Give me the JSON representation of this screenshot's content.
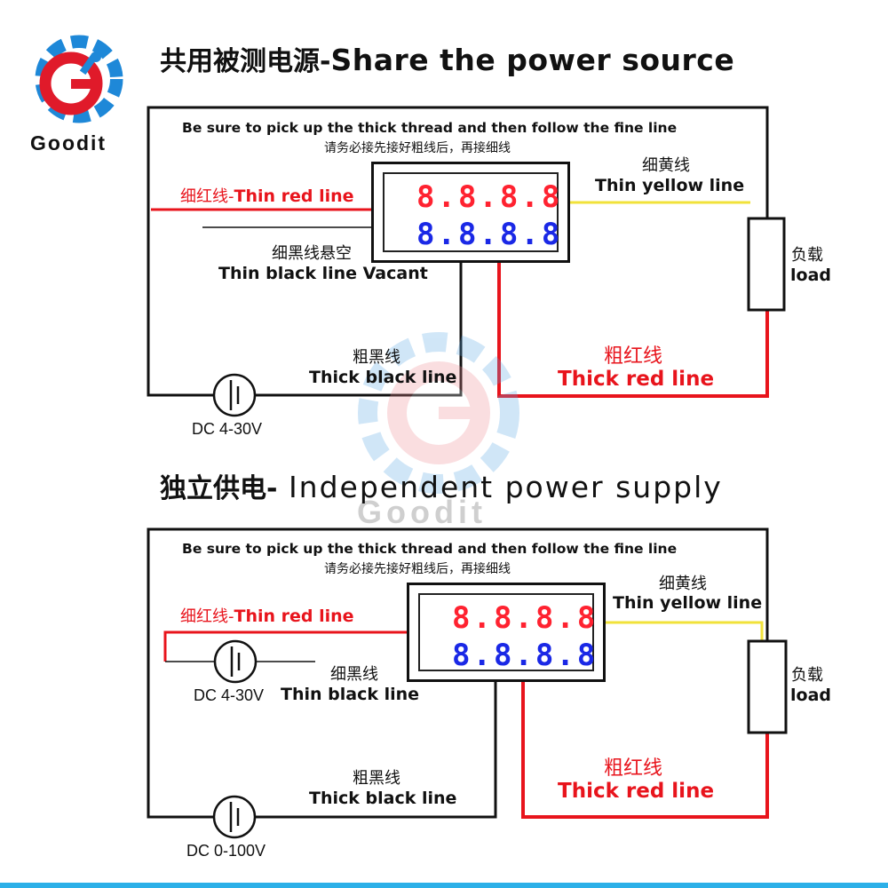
{
  "logo": {
    "brand": "Goodit",
    "letter": "G"
  },
  "watermark": {
    "brand": "Goodit"
  },
  "top_section": {
    "title_cn": "共用被测电源-",
    "title_en": "Share the power source",
    "note_en": "Be sure to pick up the thick thread and then follow the fine line",
    "note_cn": "请务必接先接好粗线后，再接细线",
    "thin_red_cn": "细红线-",
    "thin_red_en": "Thin red line",
    "thin_black_cn": "细黑线悬空",
    "thin_black_en": "Thin black line Vacant",
    "thin_yellow_cn": "细黄线",
    "thin_yellow_en": "Thin yellow line",
    "load_cn": "负载",
    "load_en": "load",
    "thick_black_cn": "粗黑线",
    "thick_black_en": "Thick black line",
    "thick_red_cn": "粗红线",
    "thick_red_en": "Thick red line",
    "source_label": "DC 4-30V",
    "display_top": "8.8.8.8",
    "display_bottom": "8.8.8.8"
  },
  "bottom_section": {
    "title_cn": "独立供电-",
    "title_en": " Independent power supply",
    "note_en": "Be sure to pick up the thick thread and then follow the fine line",
    "note_cn": "请务必接先接好粗线后，再接细线",
    "thin_red_cn": "细红线-",
    "thin_red_en": "Thin red line",
    "thin_black_cn": "细黑线",
    "thin_black_en": "Thin black line",
    "thin_yellow_cn": "细黄线",
    "thin_yellow_en": "Thin yellow line",
    "load_cn": "负载",
    "load_en": "load",
    "thick_black_cn": "粗黑线",
    "thick_black_en": "Thick black line",
    "thick_red_cn": "粗红线",
    "thick_red_en": "Thick red line",
    "aux_source_label": "DC 4-30V",
    "main_source_label": "DC 0-100V",
    "display_top": "8.8.8.8",
    "display_bottom": "8.8.8.8"
  },
  "colors": {
    "wire_red": "#e8141c",
    "wire_yellow": "#f1e23a",
    "wire_black": "#111111",
    "logo_blue": "#1e88d8",
    "logo_red": "#e01a2a",
    "digit_red": "#ff2230",
    "digit_blue": "#1a28e6",
    "accent_bar": "#2cb0e8"
  }
}
